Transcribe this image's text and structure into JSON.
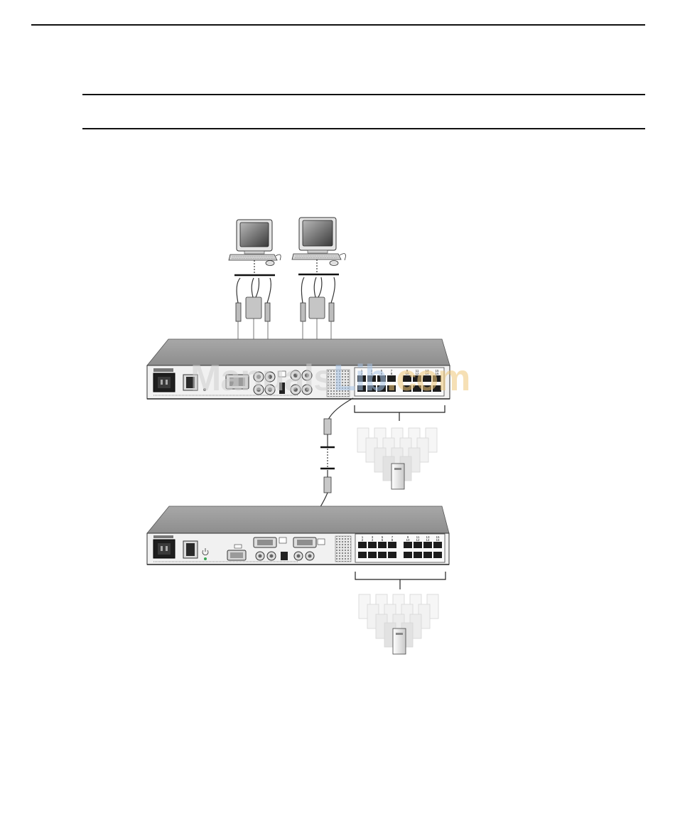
{
  "watermark": {
    "part1": "Manuals",
    "part2": "Lib",
    "part3": ".com",
    "colors": {
      "part1": "#d0d0d0",
      "part2": "#a9c6e8",
      "part3": "#efc87a"
    }
  },
  "unit": {
    "port_numbers_top": [
      "1",
      "3",
      "5",
      "7",
      "9",
      "11",
      "13",
      "15"
    ],
    "port_numbers_bottom": [
      "2",
      "4",
      "6",
      "8",
      "10",
      "12",
      "14",
      "16"
    ]
  },
  "colors": {
    "chassis_top": "#9a9a9a",
    "panel": "#f1f1f1",
    "line": "#111111"
  }
}
